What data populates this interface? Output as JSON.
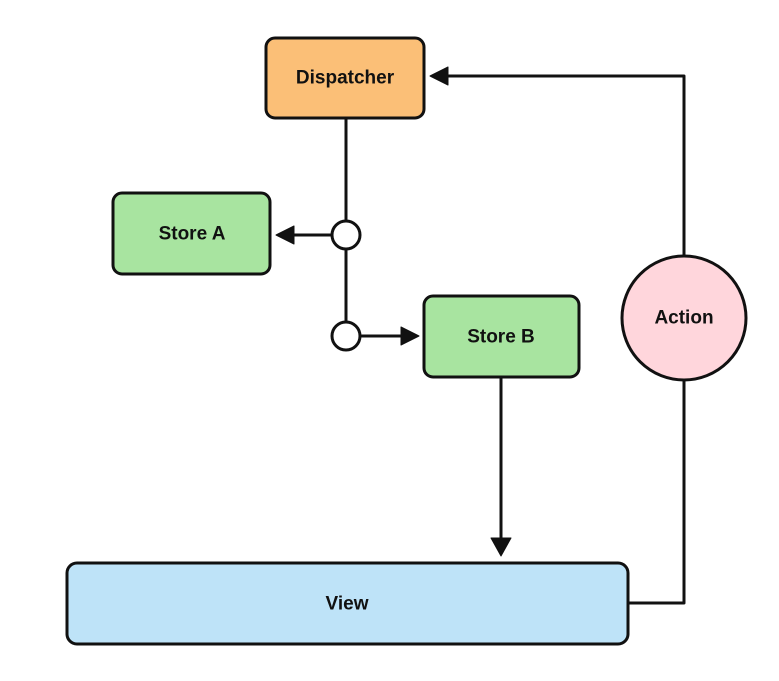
{
  "diagram": {
    "nodes": {
      "dispatcher": {
        "label": "Dispatcher",
        "fill": "#FBBF77"
      },
      "store_a": {
        "label": "Store A",
        "fill": "#A8E4A0"
      },
      "store_b": {
        "label": "Store B",
        "fill": "#A8E4A0"
      },
      "view": {
        "label": "View",
        "fill": "#BEE3F8"
      },
      "action": {
        "label": "Action",
        "fill": "#FFD6DC"
      }
    },
    "stroke_color": "#111111",
    "edges": [
      {
        "from": "dispatcher",
        "to": "store_a"
      },
      {
        "from": "dispatcher",
        "to": "store_b"
      },
      {
        "from": "store_b",
        "to": "view"
      },
      {
        "from": "view",
        "to": "action"
      },
      {
        "from": "action",
        "to": "dispatcher"
      }
    ]
  }
}
